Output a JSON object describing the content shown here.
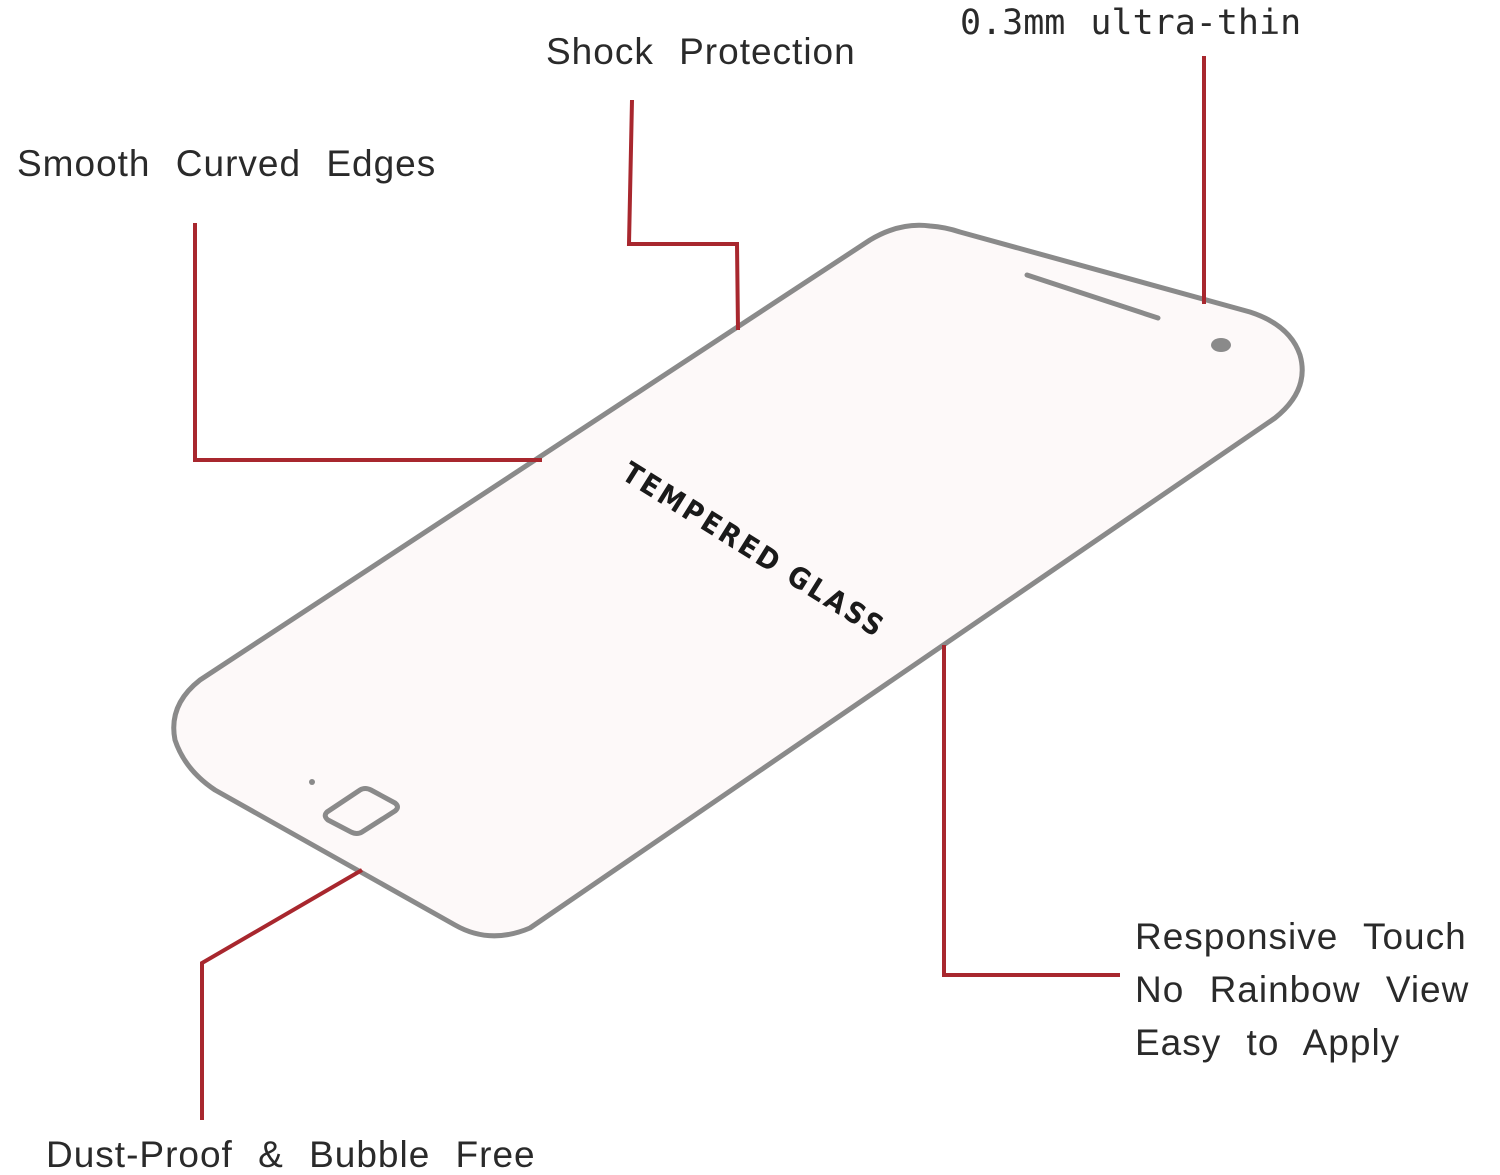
{
  "diagram": {
    "title_on_glass": "TEMPERED GLASS",
    "colors": {
      "leader_line": "#a8272e",
      "phone_outline": "#8a8a8a",
      "glass_fill": "#fdf9f9",
      "text": "#2a2a2a"
    },
    "callouts": {
      "ultra_thin": "0.3mm ultra-thin",
      "shock": "Shock Protection",
      "curved_edges": "Smooth Curved Edges",
      "dust_proof": "Dust-Proof & Bubble Free",
      "features": [
        "Responsive Touch",
        "No Rainbow View",
        "Easy to Apply"
      ]
    },
    "phone_parts": [
      "speaker-slot",
      "front-camera",
      "home-button",
      "sensor-dot"
    ]
  }
}
